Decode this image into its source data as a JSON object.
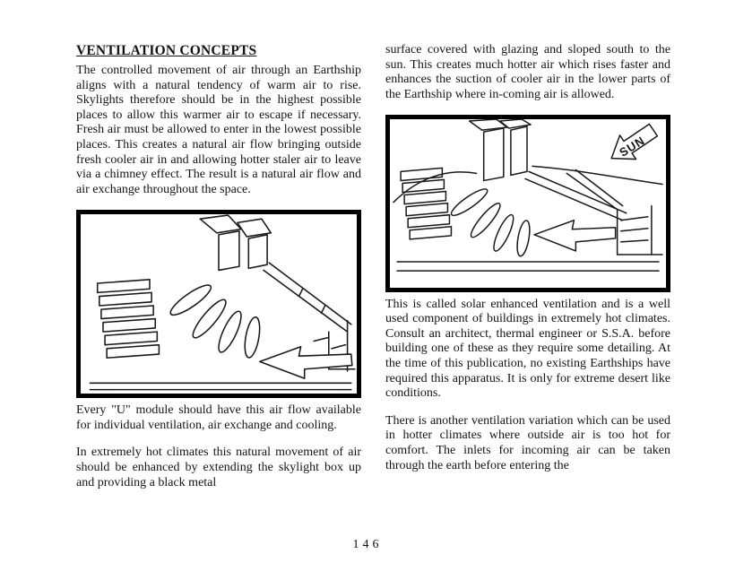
{
  "page": {
    "number": "146"
  },
  "left_column": {
    "heading": "VENTILATION CONCEPTS",
    "para1": "The controlled movement of air through an Earthship aligns with a natural tendency of warm air to rise.  Skylights therefore should be in the highest possible places to allow this warmer air to escape if necessary.  Fresh air must be allowed to enter in the lowest possible places.  This creates a natural air flow bringing outside fresh cooler air in and allowing hotter staler air to leave via a chimney effect.  The result is a natural air flow and air exchange throughout the space.",
    "figure1_caption": "Every \"U\" module should have this air flow available for individual ventilation, air exchange and cooling.",
    "para2": "In extremely hot climates this natural movement of air should be enhanced by extending the skylight box up and providing a black metal"
  },
  "right_column": {
    "para1": "surface covered with glazing and sloped south to the sun.  This creates much hotter air which rises faster and enhances the suction of cooler air in the lower parts of the Earthship where in-coming air is allowed.",
    "figure2": {
      "sun_label": "SUN"
    },
    "para2": "This is called solar enhanced ventilation and is a well used component of buildings in extremely hot climates.  Consult an architect, thermal engineer or S.S.A. before building one of these as they require some detailing.  At the time of this publication, no existing Earthships have required this apparatus.  It is only for extreme desert like conditions.",
    "para3": "There is another ventilation variation which can be used in hotter climates where outside air is too hot for comfort.  The inlets for incoming air can be taken through the earth before entering the"
  }
}
